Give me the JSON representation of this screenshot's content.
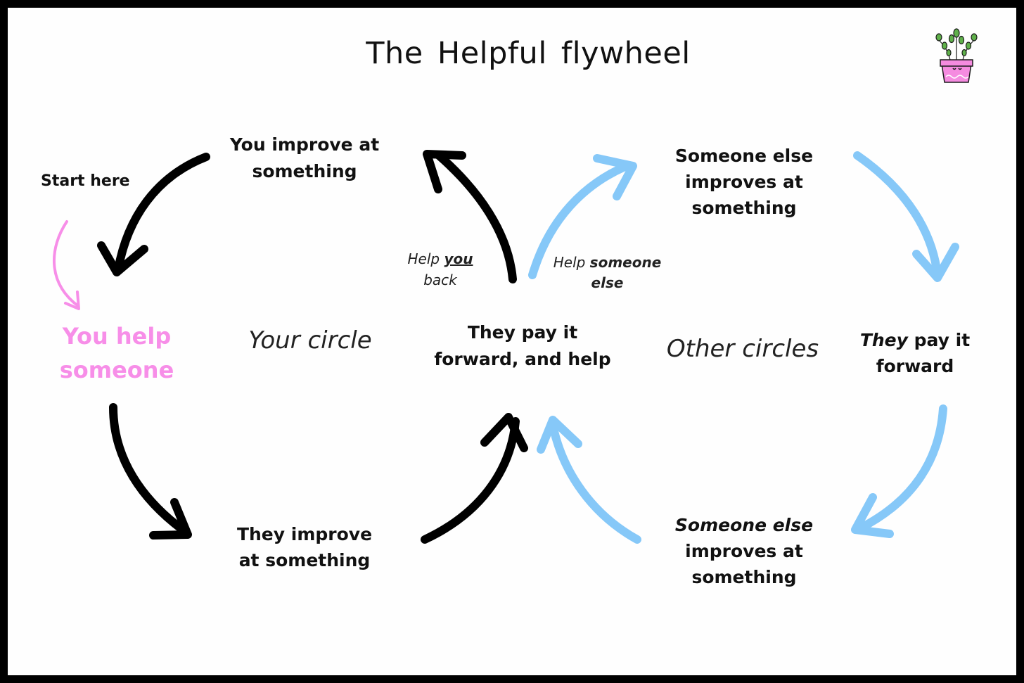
{
  "title": "The Helpful flywheel",
  "labels": {
    "start": "Start here",
    "you_help": [
      "You help",
      "someone"
    ],
    "you_improve": [
      "You improve at",
      "something"
    ],
    "they_improve": [
      "They improve",
      "at something"
    ],
    "your_circle": "Your circle",
    "pay_forward": [
      "They pay it",
      "forward, and help"
    ],
    "help_you_back": {
      "pre": "Help ",
      "em": "you",
      "post": "back"
    },
    "help_someone_else": {
      "pre": "Help ",
      "em": "someone",
      "post": "else"
    },
    "someone_else_improves_top": [
      "Someone else",
      "improves at",
      "something"
    ],
    "other_circles": "Other circles",
    "they_pay_forward": {
      "em": "They",
      "rest": " pay it",
      "line2": "forward"
    },
    "someone_else_improves_bottom": {
      "em": "Someone else",
      "line2": "improves at",
      "line3": "something"
    }
  },
  "colors": {
    "black_arrow": "#000000",
    "blue_arrow": "#86c8f8",
    "pink": "#f78ee8"
  },
  "icons": {
    "logo": "potted-plant-icon"
  }
}
